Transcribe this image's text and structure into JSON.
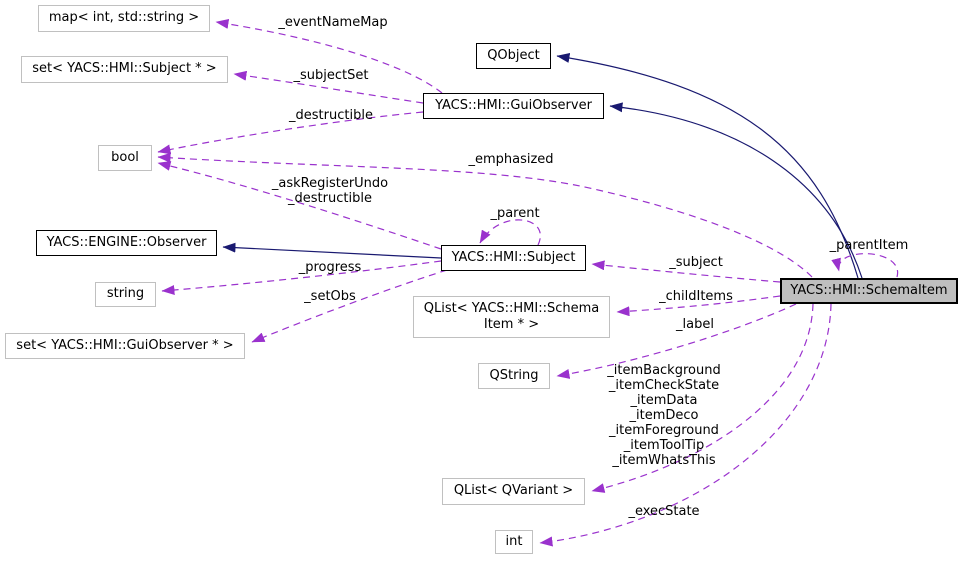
{
  "diagram": {
    "type": "doxygen-collaboration-graph",
    "colors": {
      "inheritance_edge": "#191970",
      "usage_edge": "#9a32cd",
      "template_node_border": "#c0c0c0",
      "documented_node_border": "#000000",
      "current_node_fill": "#bfbfbf",
      "text": "#000000",
      "background": "#ffffff"
    }
  },
  "nodes": {
    "map_int_string": {
      "label": "map< int, std::string >"
    },
    "qobject": {
      "label": "QObject"
    },
    "set_subject": {
      "label": "set< YACS::HMI::Subject * >"
    },
    "gui_observer": {
      "label": "YACS::HMI::GuiObserver"
    },
    "bool": {
      "label": "bool"
    },
    "engine_observer": {
      "label": "YACS::ENGINE::Observer"
    },
    "subject": {
      "label": "YACS::HMI::Subject"
    },
    "string": {
      "label": "string"
    },
    "qlist_schema_item": {
      "label": "QList< YACS::HMI::Schema\nItem * >"
    },
    "set_gui_observer": {
      "label": "set< YACS::HMI::GuiObserver * >"
    },
    "qstring": {
      "label": "QString"
    },
    "qlist_qvariant": {
      "label": "QList< QVariant >"
    },
    "int": {
      "label": "int"
    },
    "schema_item": {
      "label": "YACS::HMI::SchemaItem"
    }
  },
  "edge_labels": {
    "event_name_map": "_eventNameMap",
    "subject_set": "_subjectSet",
    "destructible": "_destructible",
    "emphasized": "_emphasized",
    "ask_register_undo": "_askRegisterUndo\n_destructible",
    "parent": "_parent",
    "progress": "_progress",
    "set_obs": "_setObs",
    "subject": "_subject",
    "child_items": "_childItems",
    "label": "_label",
    "parent_item": "_parentItem",
    "item_properties": "_itemBackground\n_itemCheckState\n_itemData\n_itemDeco\n_itemForeground\n_itemToolTip\n_itemWhatsThis",
    "exec_state": "_execState"
  }
}
